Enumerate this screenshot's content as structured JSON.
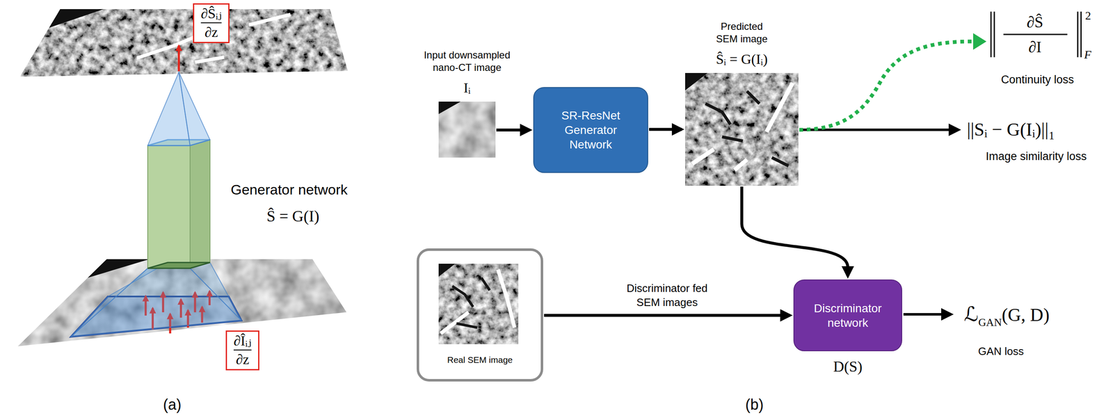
{
  "diagram": {
    "nodes": [
      {
        "text": [
          "∂Ŝᵢⱼ",
          "∂z"
        ]
      },
      {
        "text": [
          "∂Îᵢⱼ",
          "∂z"
        ]
      },
      {
        "text": [
          "Input downsampled nano-CT image",
          "Iᵢ"
        ]
      },
      {
        "text": [
          "SR-ResNet Generator Network"
        ]
      },
      {
        "text": [
          "Predicted SEM image",
          "Ŝᵢ = G(Iᵢ)"
        ]
      },
      {
        "text": [
          "Real SEM image"
        ]
      },
      {
        "text": [
          "Discriminator network",
          "D(S)"
        ]
      }
    ],
    "edges": [
      {
        "from": 2,
        "to": 3,
        "arrow": "to"
      },
      {
        "from": 3,
        "to": 4,
        "arrow": "to"
      },
      {
        "from": 4,
        "to": 6,
        "arrow": "to"
      },
      {
        "from": 5,
        "to": 6,
        "label": "Discriminator fed SEM images",
        "arrow": "to"
      }
    ],
    "labels": [
      "Generator network",
      "Ŝ = G(I)",
      "(a)",
      "∂Ŝ",
      "∂I",
      "2",
      "F",
      "Continuity loss",
      "||Sᵢ − G(Iᵢ)||₁",
      "Image similarity loss",
      "ℒ",
      "GAN",
      "(G, D)",
      "GAN loss",
      "(b)"
    ]
  }
}
